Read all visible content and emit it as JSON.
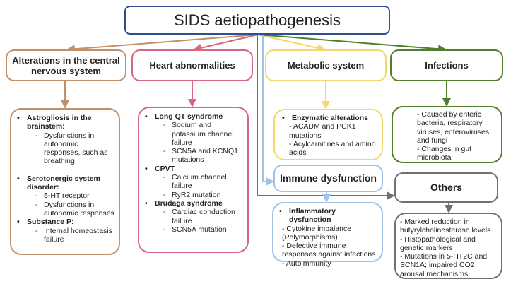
{
  "title": "SIDS aetiopathogenesis",
  "colors": {
    "title": "#2f4f8f",
    "cns": "#c0906a",
    "heart": "#d9667f",
    "metabolic": "#f5d76e",
    "infections": "#4f7f2e",
    "immune": "#9dc3e6",
    "others": "#707070"
  },
  "categories": {
    "cns": {
      "label": "Alterations in the central nervous system",
      "items": [
        {
          "label": "Astrogliosis in the brainstem:",
          "subs": [
            "Dysfunctions in autonomic responses, such as breathing"
          ]
        },
        {
          "label": "Serotonergic system disorder:",
          "subs": [
            "5-HT receptor",
            "Dysfunctions in autonomic responses"
          ]
        },
        {
          "label": "Substance P:",
          "subs": [
            "Internal homeostasis failure"
          ]
        }
      ]
    },
    "heart": {
      "label": "Heart abnormalities",
      "items": [
        {
          "label": "Long QT syndrome",
          "subs": [
            "Sodium and potassium channel failure",
            "SCN5A and KCNQ1 mutations"
          ]
        },
        {
          "label": "CPVT",
          "subs": [
            "Calcium channel failure",
            "RyR2 mutation"
          ]
        },
        {
          "label": "Brudaga syndrome",
          "subs": [
            "Cardiac conduction failure",
            "SCN5A mutation"
          ]
        }
      ]
    },
    "metabolic": {
      "label": "Metabolic system",
      "heading": "Enzymatic alterations",
      "lines": [
        "- ACADM and PCK1 mutations",
        "- Acylcarnitines and amino acids"
      ]
    },
    "infections": {
      "label": "Infections",
      "lines": [
        "- Caused by enteric bacteria, respiratory viruses, enteroviruses, and fungi",
        "- Changes in gut microbiota"
      ]
    },
    "immune": {
      "label": "Immune dysfunction",
      "heading": "Inflammatory dysfunction",
      "lines": [
        "- Cytokine imbalance (Polymorphisms)",
        "- Defective immune responses against infections",
        "- Autoimmunity"
      ]
    },
    "others": {
      "label": "Others",
      "lines": [
        "- Marked reduction in butyrylcholinesterase levels",
        "- Histopathological and genetic markers",
        "- Mutations in 5-HT2C and SCN1A; impaired CO2 arousal mechanisms"
      ]
    }
  }
}
